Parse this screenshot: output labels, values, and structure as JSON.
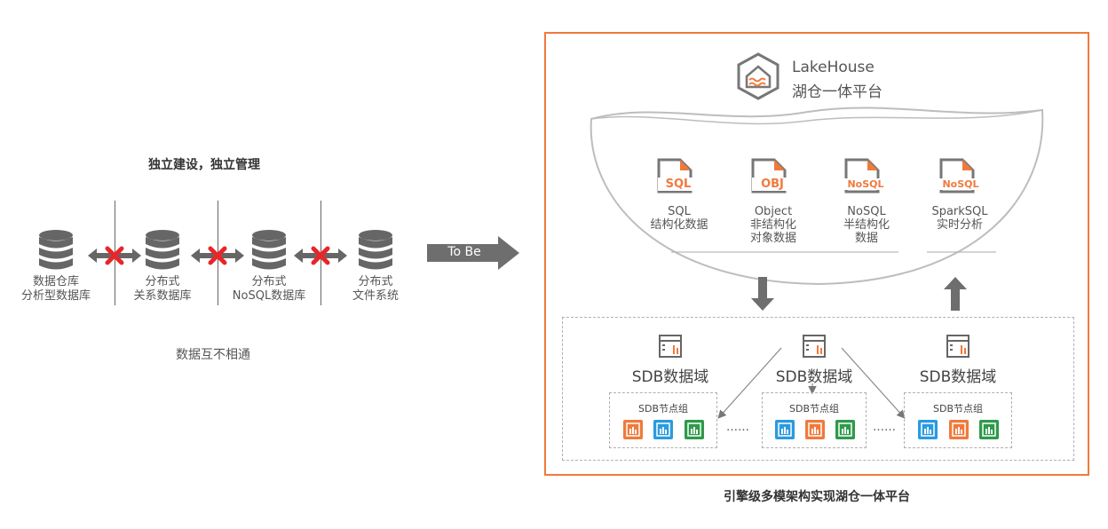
{
  "left": {
    "heading": "独立建设，独立管理",
    "footer": "数据互不相通",
    "databases": [
      {
        "line1": "数据仓库",
        "line2": "分析型数据库"
      },
      {
        "line1": "分布式",
        "line2": "关系数据库"
      },
      {
        "line1": "分布式",
        "line2": "NoSQL数据库"
      },
      {
        "line1": "分布式",
        "line2": "文件系统"
      }
    ]
  },
  "transition": {
    "label": "To Be"
  },
  "platform": {
    "logo_title": "LakeHouse",
    "logo_subtitle": "湖仓一体平台",
    "engines": [
      {
        "badge": "SQL",
        "line1": "SQL",
        "line2": "结构化数据",
        "line3": ""
      },
      {
        "badge": "OBJ",
        "line1": "Object",
        "line2": "非结构化",
        "line3": "对象数据"
      },
      {
        "badge": "NoSQL",
        "line1": "NoSQL",
        "line2": "半结构化",
        "line3": "数据"
      },
      {
        "badge": "NoSQL",
        "line1": "SparkSQL",
        "line2": "实时分析",
        "line3": ""
      }
    ],
    "domains": [
      {
        "title": "SDB数据域"
      },
      {
        "title": "SDB数据域"
      },
      {
        "title": "SDB数据域"
      }
    ],
    "node_groups": [
      {
        "title": "SDB节点组"
      },
      {
        "title": "SDB节点组"
      },
      {
        "title": "SDB节点组"
      }
    ],
    "ellipsis": "……",
    "caption": "引擎级多模架构实现湖仓一体平台"
  },
  "colors": {
    "orange": "#f07a3c",
    "blue": "#2b9ae0",
    "green": "#2e9a4a",
    "gray": "#6e6e6e",
    "red_x": "#e8262a"
  }
}
